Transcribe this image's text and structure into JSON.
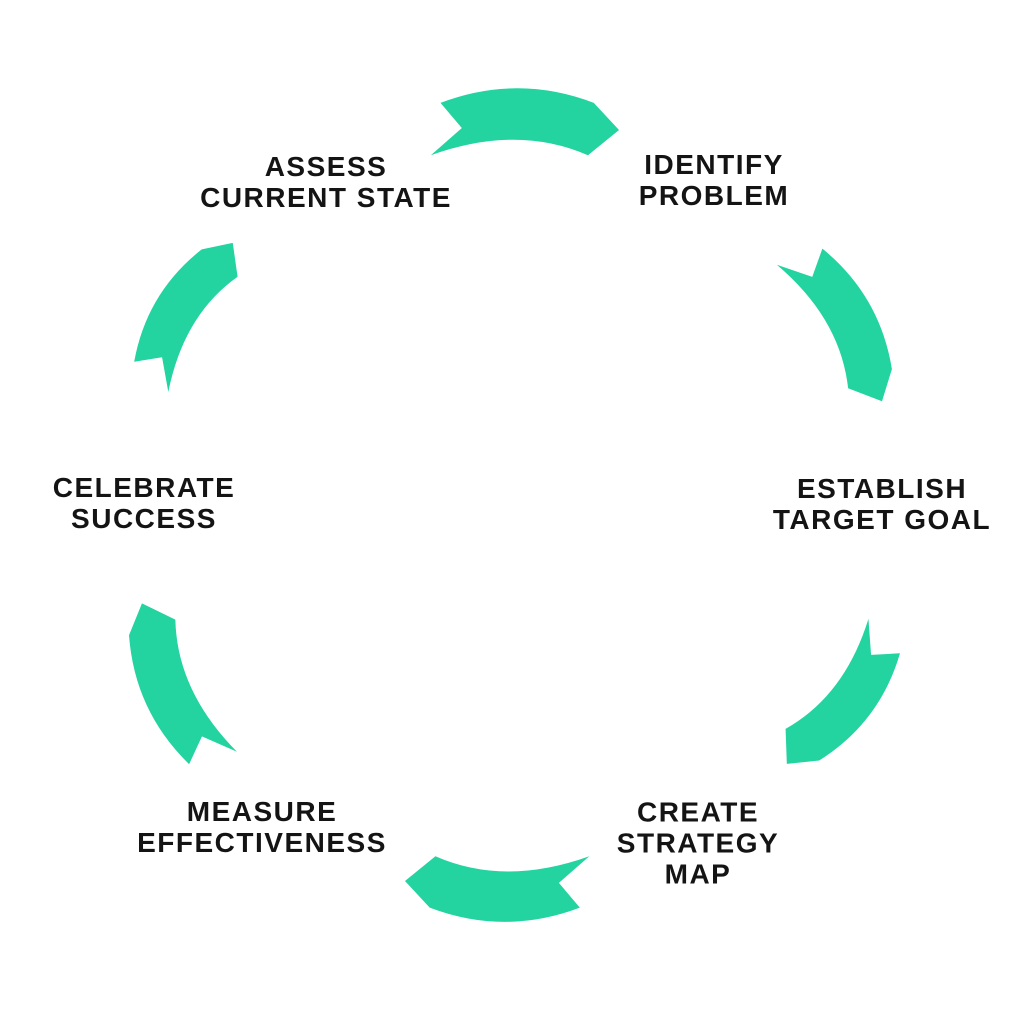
{
  "diagram": {
    "type": "cycle",
    "direction": "clockwise",
    "background_color": "#ffffff",
    "arrow_color": "#23d3a0",
    "label_color": "#141414",
    "steps": [
      {
        "id": "assess-current-state",
        "lines": [
          "ASSESS",
          "CURRENT STATE"
        ]
      },
      {
        "id": "identify-problem",
        "lines": [
          "IDENTIFY",
          "PROBLEM"
        ]
      },
      {
        "id": "establish-target-goal",
        "lines": [
          "ESTABLISH",
          "TARGET GOAL"
        ]
      },
      {
        "id": "create-strategy-map",
        "lines": [
          "CREATE",
          "STRATEGY",
          "MAP"
        ]
      },
      {
        "id": "measure-effectiveness",
        "lines": [
          "MEASURE",
          "EFFECTIVENESS"
        ]
      },
      {
        "id": "celebrate-success",
        "lines": [
          "CELEBRATE",
          "SUCCESS"
        ]
      }
    ],
    "arrows": [
      {
        "from": "assess-current-state",
        "to": "identify-problem"
      },
      {
        "from": "identify-problem",
        "to": "establish-target-goal"
      },
      {
        "from": "establish-target-goal",
        "to": "create-strategy-map"
      },
      {
        "from": "create-strategy-map",
        "to": "measure-effectiveness"
      },
      {
        "from": "measure-effectiveness",
        "to": "celebrate-success"
      },
      {
        "from": "celebrate-success",
        "to": "assess-current-state"
      }
    ]
  }
}
